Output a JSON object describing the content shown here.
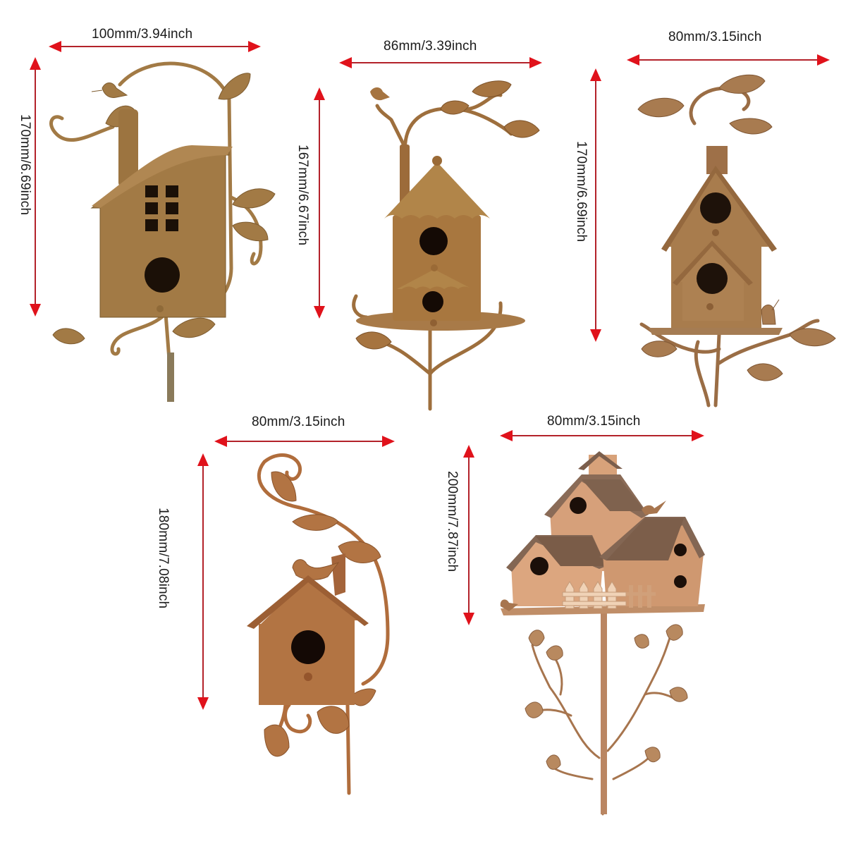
{
  "colors": {
    "arrow": "#e0121b",
    "arrow_line": "#b3222a",
    "metal_olive": "#a27a45",
    "metal_brown": "#9b6a3e",
    "metal_copper": "#b07548",
    "hole": "#1a0e08",
    "roof_shingle": "#8a6b55"
  },
  "products": [
    {
      "id": "birdhouse-1",
      "description": "Cottage birdhouse with six-pane window and leaf vine hook",
      "width_label": "100mm/3.94inch",
      "height_label": "170mm/6.69inch"
    },
    {
      "id": "birdhouse-2",
      "description": "Round tower birdhouse with scalloped roofs on stake",
      "width_label": "86mm/3.39inch",
      "height_label": "167mm/6.67inch"
    },
    {
      "id": "birdhouse-3",
      "description": "Double gable birdhouse on leaf stake",
      "width_label": "80mm/3.15inch",
      "height_label": "170mm/6.69inch"
    },
    {
      "id": "birdhouse-4",
      "description": "Gable birdhouse with bird on roof and vine stake",
      "width_label": "80mm/3.15inch",
      "height_label": "180mm/7.08inch"
    },
    {
      "id": "birdhouse-5",
      "description": "Copper village birdhouse with picket fence on branch stake",
      "width_label": "80mm/3.15inch",
      "height_label": "200mm/7.87inch"
    }
  ]
}
